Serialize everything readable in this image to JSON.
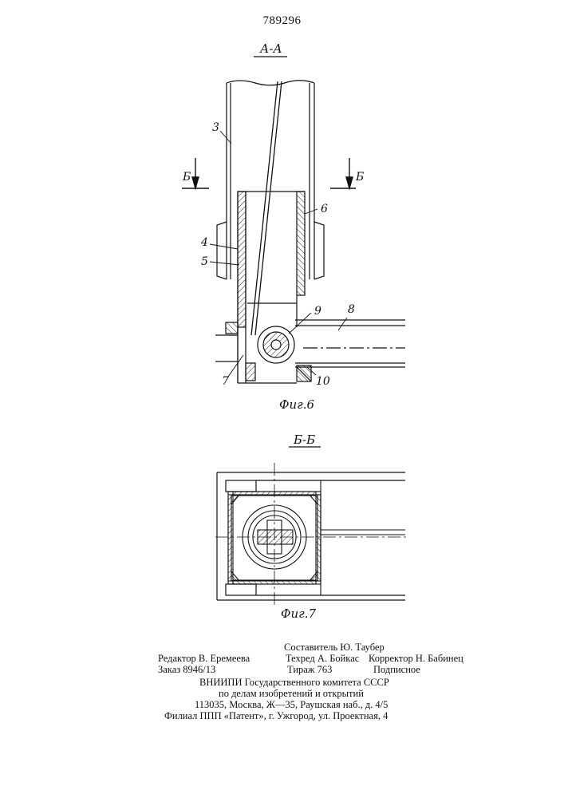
{
  "patent_number": "789296",
  "figure6": {
    "section_title": "А-А",
    "caption": "Фиг.6",
    "cut_label_left": "Б",
    "cut_label_right": "Б",
    "labels": {
      "l3": "3",
      "l4": "4",
      "l5": "5",
      "l6": "6",
      "l7": "7",
      "l8": "8",
      "l9": "9",
      "l10": "10"
    }
  },
  "figure7": {
    "section_title": "Б-Б",
    "caption": "Фиг.7"
  },
  "imprint": {
    "compiler": "Составитель Ю. Таубер",
    "editor": "Редактор В. Еремеева",
    "techred": "Техред А. Бойкас",
    "corrector": "Корректор Н. Бабинец",
    "order": "Заказ 8946/13",
    "circulation": "Тираж 763",
    "subscription": "Подписное",
    "org_line1": "ВНИИПИ  Государственного  комитета  СССР",
    "org_line2": "по  делам  изобретений  и  открытий",
    "address": "113035,  Москва,  Ж—35,  Раушская  наб.,  д.  4/5",
    "branch": "Филиал  ППП  «Патент»,  г.  Ужгород,  ул.  Проектная,  4"
  }
}
